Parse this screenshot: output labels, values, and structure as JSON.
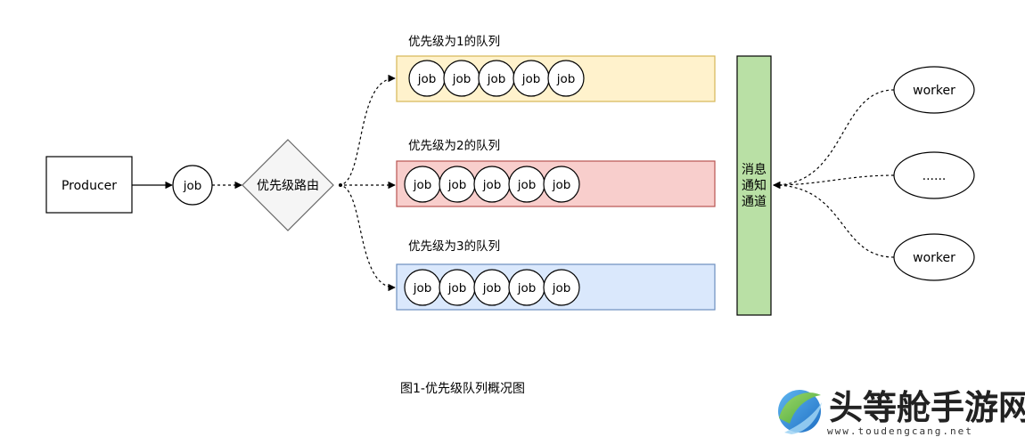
{
  "producer": {
    "label": "Producer"
  },
  "job_label": "job",
  "router": {
    "label": "优先级路由"
  },
  "queues": [
    {
      "title": "优先级为1的队列",
      "fill": "#fff2cc",
      "stroke": "#d6b656",
      "jobs": [
        "job",
        "job",
        "job",
        "job",
        "job"
      ]
    },
    {
      "title": "优先级为2的队列",
      "fill": "#f8cecc",
      "stroke": "#b85450",
      "jobs": [
        "job",
        "job",
        "job",
        "job",
        "job"
      ]
    },
    {
      "title": "优先级为3的队列",
      "fill": "#dae8fc",
      "stroke": "#6c8ebf",
      "jobs": [
        "job",
        "job",
        "job",
        "job",
        "job"
      ]
    }
  ],
  "channel": {
    "lines": [
      "消息",
      "通知",
      "通道"
    ],
    "fill": "#b9e0a5",
    "stroke": "#000000"
  },
  "workers": [
    {
      "label": "worker"
    },
    {
      "label": "......"
    },
    {
      "label": "worker"
    }
  ],
  "caption": "图1-优先级队列概况图",
  "watermark": {
    "title": "头等舱手游网",
    "url": "www.toudengcang.net",
    "logo_icon": "globe-swoosh-logo",
    "colors": {
      "green": "#6cc04a",
      "blue": "#2a8fd8"
    }
  }
}
